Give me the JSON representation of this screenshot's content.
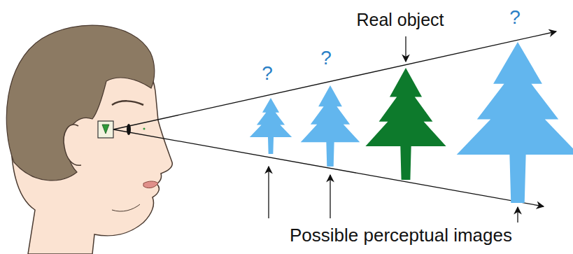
{
  "diagram": {
    "labels": [
      "?",
      "?",
      "Real object",
      "?",
      "Possible perceptual images"
    ]
  }
}
